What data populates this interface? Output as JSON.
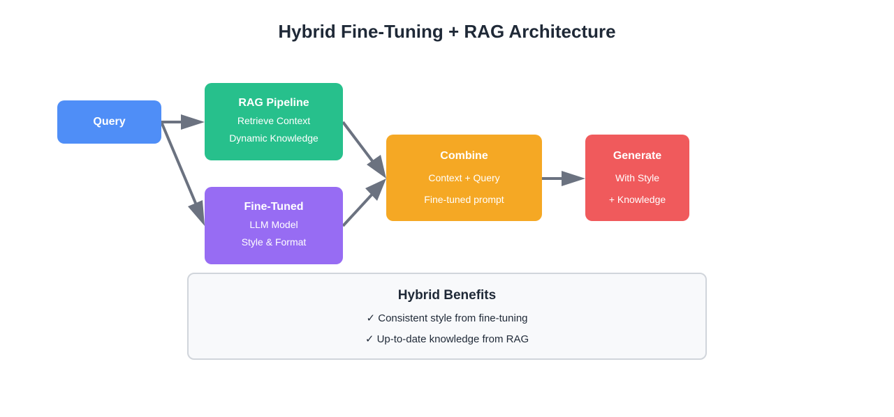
{
  "title": "Hybrid Fine-Tuning + RAG Architecture",
  "colors": {
    "query": "#4f8ef7",
    "rag": "#27c08c",
    "fine_tuned": "#976cf3",
    "combine": "#f5a824",
    "generate": "#f05a5c",
    "arrow": "#6b7280",
    "benefits_bg": "#f8f9fb",
    "benefits_border": "#d1d5db"
  },
  "nodes": {
    "query": {
      "title": "Query",
      "lines": []
    },
    "rag": {
      "title": "RAG Pipeline",
      "lines": [
        "Retrieve Context",
        "Dynamic Knowledge"
      ]
    },
    "fine_tuned": {
      "title": "Fine-Tuned",
      "lines": [
        "LLM Model",
        "Style & Format"
      ]
    },
    "combine": {
      "title": "Combine",
      "lines": [
        "Context + Query",
        "Fine-tuned prompt"
      ]
    },
    "generate": {
      "title": "Generate",
      "lines": [
        "With Style",
        "+ Knowledge"
      ]
    }
  },
  "edges": [
    {
      "from": "query",
      "to": "rag"
    },
    {
      "from": "query",
      "to": "fine_tuned"
    },
    {
      "from": "rag",
      "to": "combine"
    },
    {
      "from": "fine_tuned",
      "to": "combine"
    },
    {
      "from": "combine",
      "to": "generate"
    }
  ],
  "benefits": {
    "title": "Hybrid Benefits",
    "items": [
      "✓ Consistent style from fine-tuning",
      "✓ Up-to-date knowledge from RAG"
    ]
  }
}
